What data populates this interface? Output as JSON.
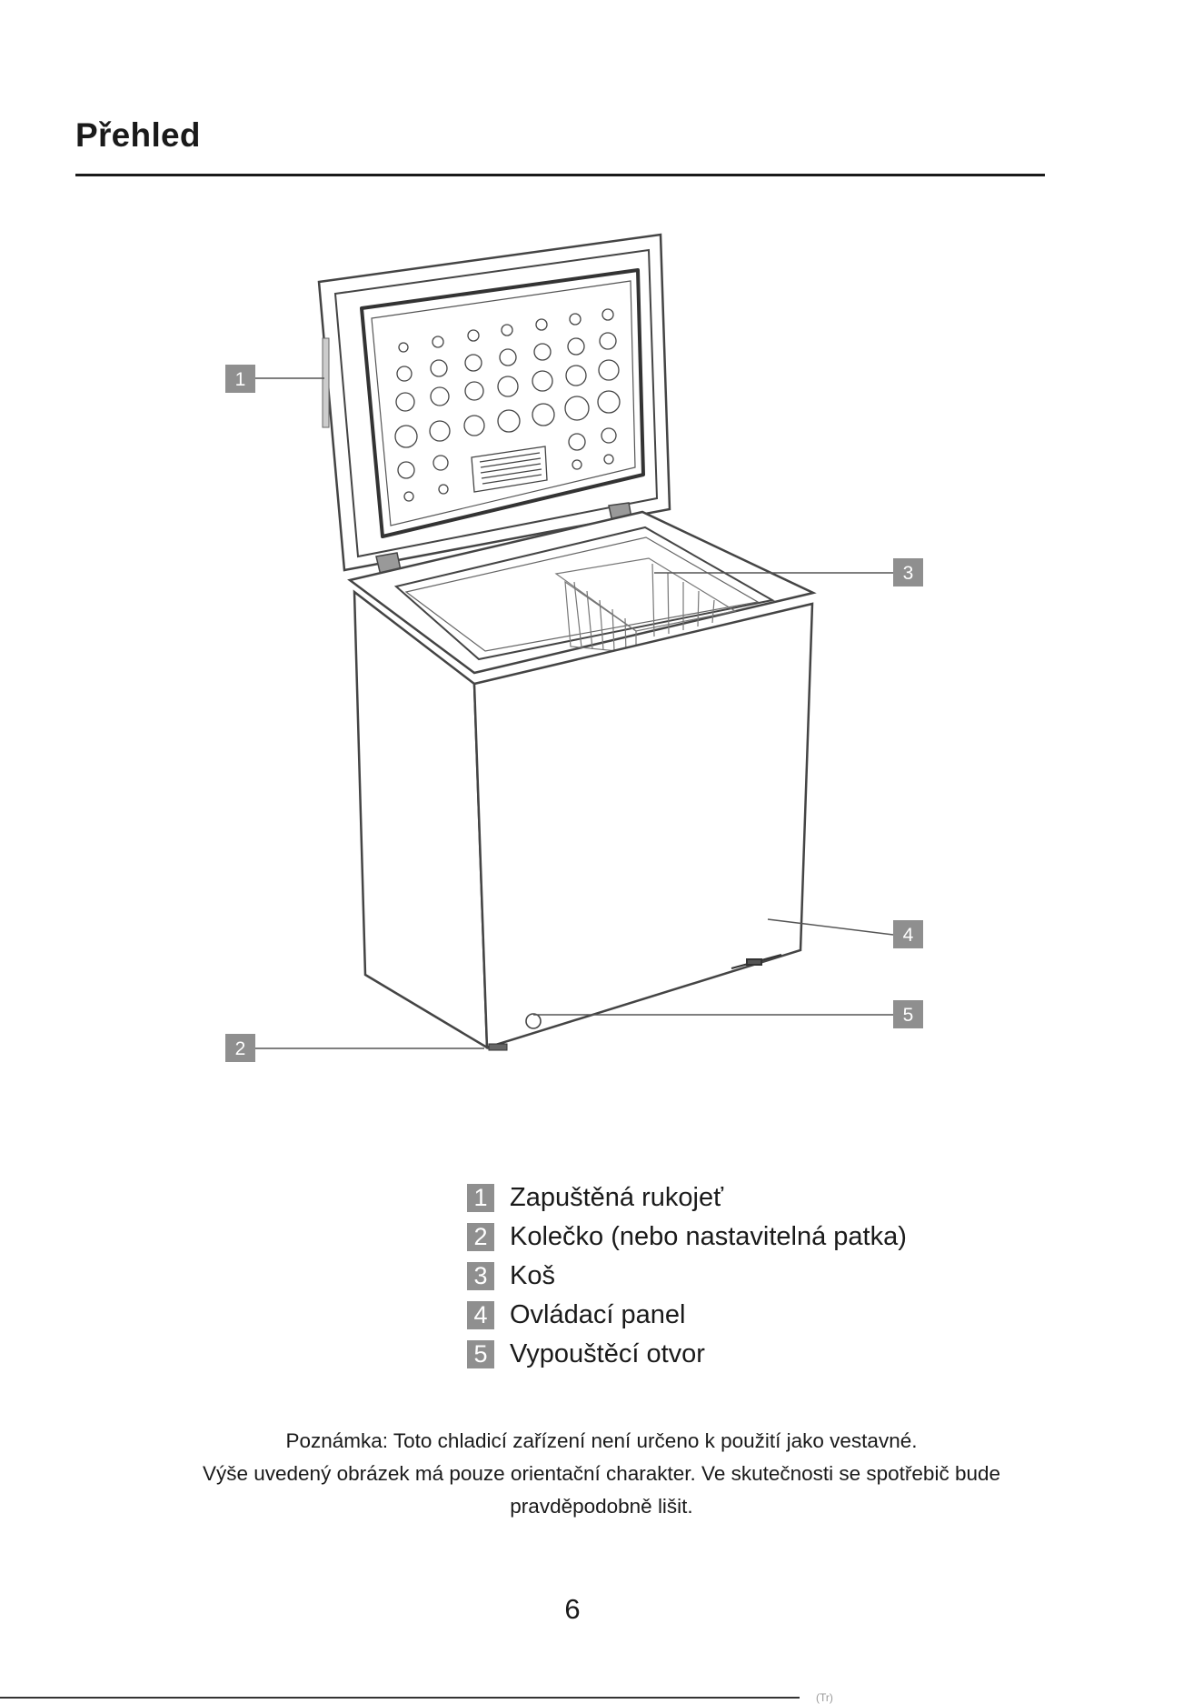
{
  "page": {
    "title": "Přehled",
    "page_number": "6",
    "footer_mark": "(Tr)"
  },
  "diagram": {
    "callouts": [
      "1",
      "2",
      "3",
      "4",
      "5"
    ]
  },
  "legend": [
    {
      "number": "1",
      "label": "Zapuštěná rukojeť"
    },
    {
      "number": "2",
      "label": "Kolečko (nebo nastavitelná patka)"
    },
    {
      "number": "3",
      "label": "Koš"
    },
    {
      "number": "4",
      "label": "Ovládací panel"
    },
    {
      "number": "5",
      "label": "Vypouštěcí otvor"
    }
  ],
  "note": {
    "line1": "Poznámka: Toto chladicí zařízení není určeno k použití jako vestavné.",
    "line2": "Výše uvedený obrázek má pouze orientační charakter. Ve skutečnosti se spotřebič bude",
    "line3": "pravděpodobně lišit."
  },
  "colors": {
    "callout_fill": "#8f8f8f",
    "line": "#444444"
  }
}
